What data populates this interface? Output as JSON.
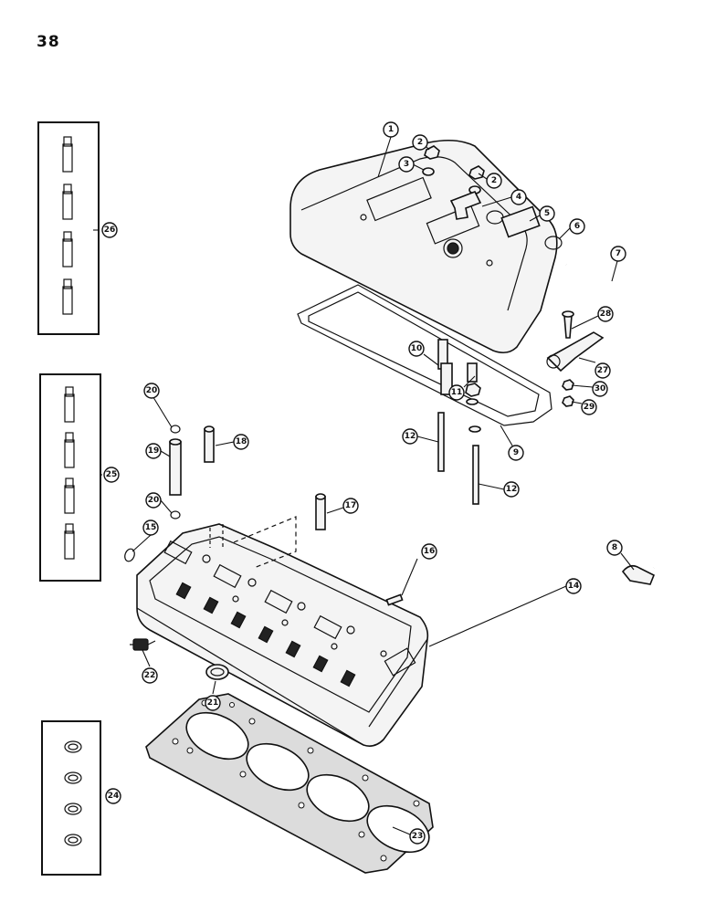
{
  "page": {
    "number": "38"
  },
  "colors": {
    "ink": "#111111",
    "paper": "#ffffff",
    "gasket_fill": "#dcdcdc"
  },
  "callouts": [
    {
      "id": "c1",
      "label": "1"
    },
    {
      "id": "c2a",
      "label": "2"
    },
    {
      "id": "c2b",
      "label": "2"
    },
    {
      "id": "c3",
      "label": "3"
    },
    {
      "id": "c4",
      "label": "4"
    },
    {
      "id": "c5",
      "label": "5"
    },
    {
      "id": "c6",
      "label": "6"
    },
    {
      "id": "c7",
      "label": "7"
    },
    {
      "id": "c8",
      "label": "8"
    },
    {
      "id": "c9",
      "label": "9"
    },
    {
      "id": "c10",
      "label": "10"
    },
    {
      "id": "c11",
      "label": "11"
    },
    {
      "id": "c12a",
      "label": "12"
    },
    {
      "id": "c12b",
      "label": "12"
    },
    {
      "id": "c14",
      "label": "14"
    },
    {
      "id": "c15",
      "label": "15"
    },
    {
      "id": "c16",
      "label": "16"
    },
    {
      "id": "c17",
      "label": "17"
    },
    {
      "id": "c18",
      "label": "18"
    },
    {
      "id": "c19",
      "label": "19"
    },
    {
      "id": "c20a",
      "label": "20"
    },
    {
      "id": "c20b",
      "label": "20"
    },
    {
      "id": "c21",
      "label": "21"
    },
    {
      "id": "c22",
      "label": "22"
    },
    {
      "id": "c23",
      "label": "23"
    },
    {
      "id": "c24",
      "label": "24"
    },
    {
      "id": "c25",
      "label": "25"
    },
    {
      "id": "c26",
      "label": "26"
    },
    {
      "id": "c27",
      "label": "27"
    },
    {
      "id": "c28",
      "label": "28"
    },
    {
      "id": "c29",
      "label": "29"
    },
    {
      "id": "c30",
      "label": "30"
    }
  ]
}
